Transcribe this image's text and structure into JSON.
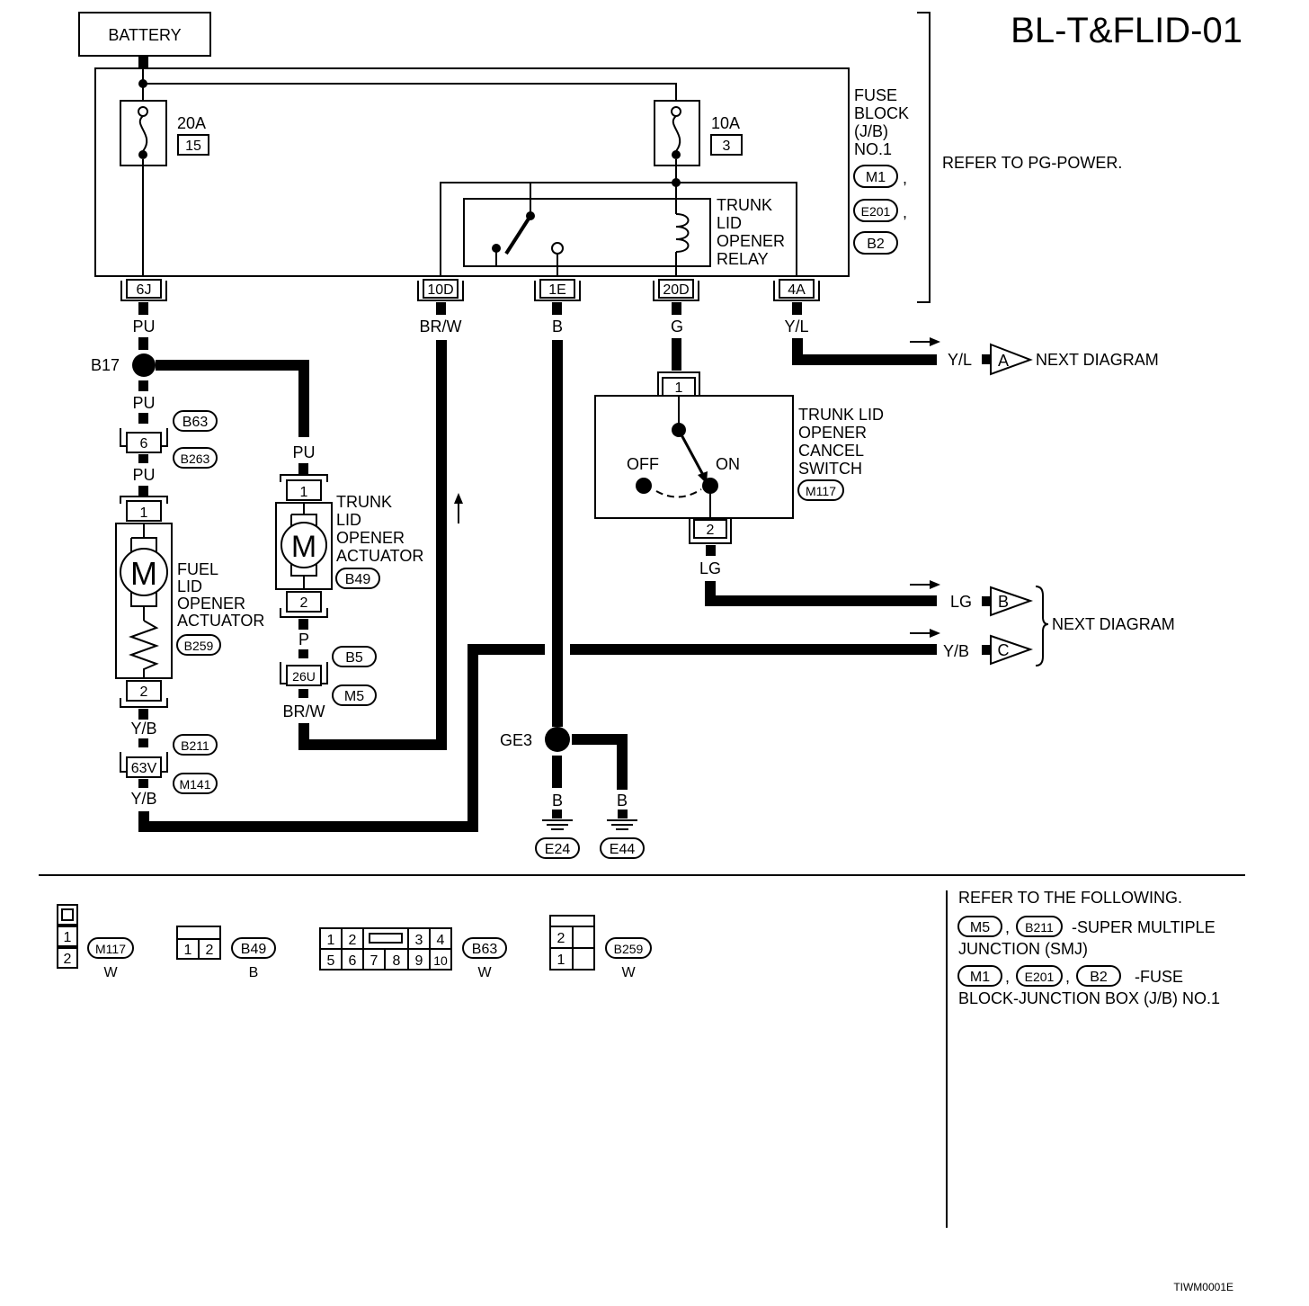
{
  "diagram": {
    "title": "BL-T&FLID-01",
    "footer_code": "TIWM0001E",
    "battery": "BATTERY",
    "fuse_block": {
      "label_lines": [
        "FUSE",
        "BLOCK",
        "(J/B)",
        "NO.1"
      ],
      "connectors": [
        "M1",
        "E201",
        "B2"
      ],
      "refer": "REFER TO PG-POWER.",
      "fuse_left": {
        "rating": "20A",
        "number": "15"
      },
      "fuse_right": {
        "rating": "10A",
        "number": "3"
      },
      "relay_lines": [
        "TRUNK",
        "LID",
        "OPENER",
        "RELAY"
      ],
      "pins": [
        "6J",
        "10D",
        "1E",
        "20D",
        "4A"
      ]
    },
    "wire_colors": {
      "pu": "PU",
      "brw": "BR/W",
      "b": "B",
      "g": "G",
      "yl": "Y/L",
      "lg": "LG",
      "yb": "Y/B",
      "p": "P"
    },
    "splices": {
      "b17": "B17",
      "ge3": "GE3"
    },
    "fuel_lid_actuator": {
      "lines": [
        "FUEL",
        "LID",
        "OPENER",
        "ACTUATOR"
      ],
      "connector": "B259",
      "motor": "M",
      "pin1": "1",
      "pin2": "2"
    },
    "trunk_lid_actuator": {
      "lines": [
        "TRUNK",
        "LID",
        "OPENER",
        "ACTUATOR"
      ],
      "connector": "B49",
      "motor": "M",
      "pin1": "1",
      "pin2": "2"
    },
    "cancel_switch": {
      "lines": [
        "TRUNK LID",
        "OPENER",
        "CANCEL",
        "SWITCH"
      ],
      "connector": "M117",
      "off": "OFF",
      "on": "ON",
      "pin1": "1",
      "pin2": "2"
    },
    "inline_connectors": {
      "b63_b263": {
        "pin": "6",
        "codes": [
          "B63",
          "B263"
        ]
      },
      "b5_m5": {
        "pin": "26U",
        "codes": [
          "B5",
          "M5"
        ]
      },
      "b211_m141": {
        "pin": "63V",
        "codes": [
          "B211",
          "M141"
        ]
      }
    },
    "next_diagram": {
      "text": "NEXT DIAGRAM",
      "a": "A",
      "b": "B",
      "c": "C"
    },
    "grounds": [
      "E24",
      "E44"
    ]
  },
  "connector_views": [
    {
      "code": "M117",
      "color": "W",
      "pins": [
        "1",
        "2"
      ]
    },
    {
      "code": "B49",
      "color": "B",
      "pins": [
        "1",
        "2"
      ]
    },
    {
      "code": "B63",
      "color": "W",
      "pins": [
        "1",
        "2",
        "3",
        "4",
        "5",
        "6",
        "7",
        "8",
        "9",
        "10"
      ]
    },
    {
      "code": "B259",
      "color": "W",
      "pins": [
        "2",
        "1"
      ]
    }
  ],
  "refer_following": {
    "header": "REFER TO THE FOLLOWING.",
    "smj_codes": [
      "M5",
      "B211"
    ],
    "smj_text": "-SUPER MULTIPLE",
    "smj_text2": "JUNCTION (SMJ)",
    "jb_codes": [
      "M1",
      "E201",
      "B2"
    ],
    "jb_text": "-FUSE",
    "jb_text2": "BLOCK-JUNCTION BOX (J/B) NO.1",
    "comma": ","
  }
}
